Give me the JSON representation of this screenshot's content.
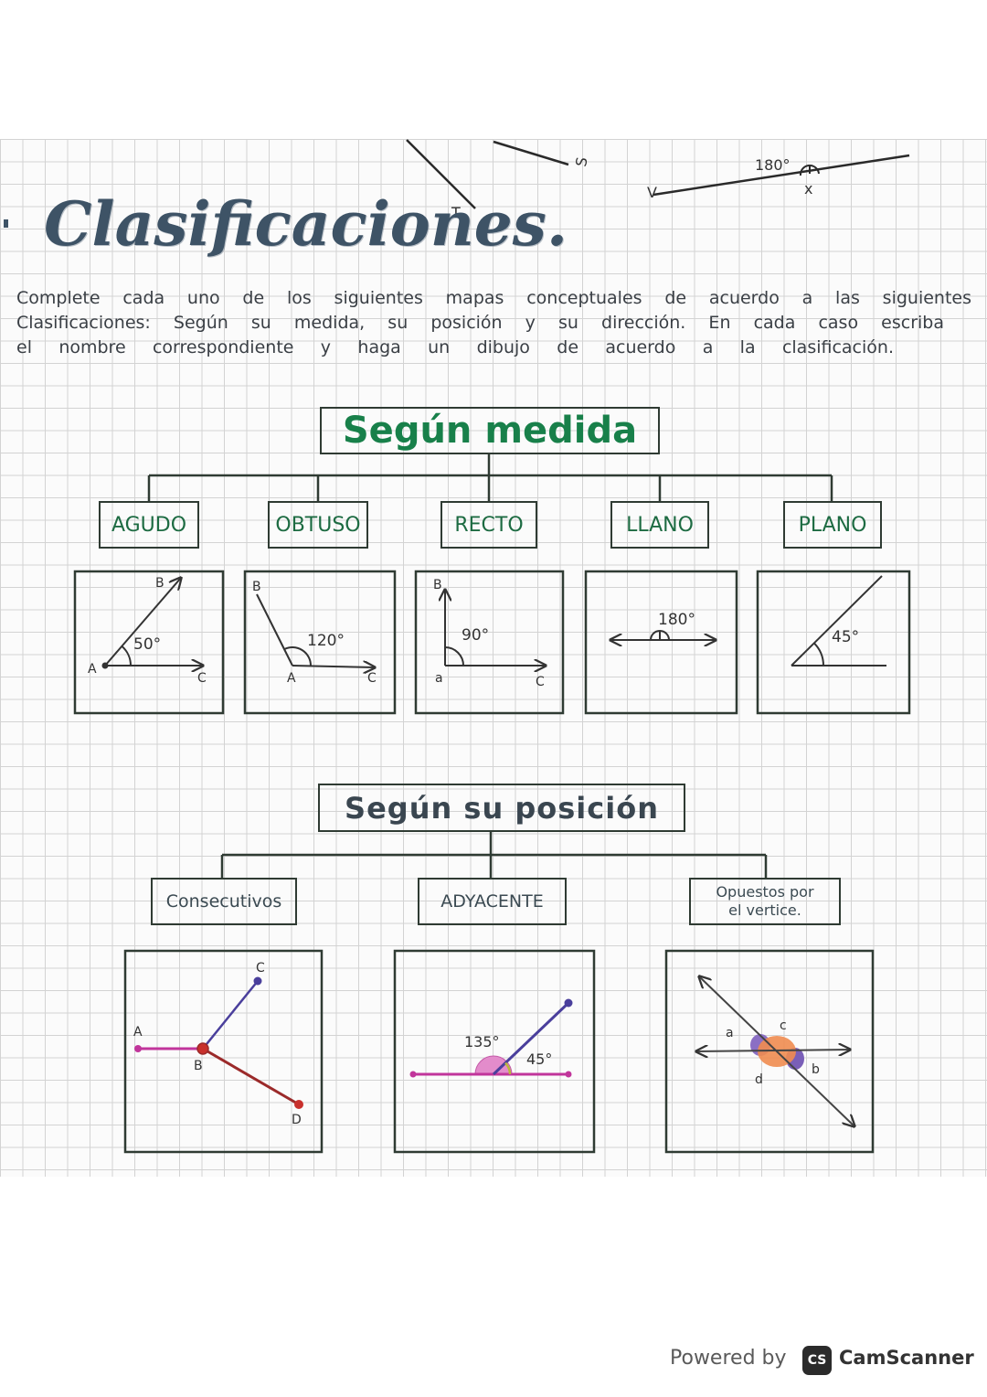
{
  "document": {
    "title": "Clasificaciones.",
    "instructions": [
      "Complete cada uno de los siguientes mapas conceptuales de acuerdo a las siguientes",
      "Clasificaciones: Según su medida, su posición y su dirección. En cada caso escriba",
      "el nombre correspondiente y haga un dibujo de acuerdo a la clasificación."
    ]
  },
  "top_sketch": {
    "label_t": "T",
    "label_s": "S",
    "label_v": "V",
    "angle": "180°",
    "label_x": "x"
  },
  "measure_map": {
    "heading": "Según medida",
    "categories": [
      {
        "label": "AGUDO",
        "angle": "50°",
        "vertex": "A",
        "point_1": "B",
        "point_2": "C"
      },
      {
        "label": "OBTUSO",
        "angle": "120°",
        "vertex": "A",
        "point_1": "B",
        "point_2": "C"
      },
      {
        "label": "RECTO",
        "angle": "90°",
        "vertex": "a",
        "point_1": "B",
        "point_2": "C"
      },
      {
        "label": "LLANO",
        "angle": "180°"
      },
      {
        "label": "PLANO",
        "angle": "45°"
      }
    ]
  },
  "position_map": {
    "heading": "Según su posición",
    "categories": [
      {
        "label": "Consecutivos",
        "points": [
          "A",
          "B",
          "C",
          "D"
        ]
      },
      {
        "label": "ADYACENTE",
        "angles": [
          "135°",
          "45°"
        ]
      },
      {
        "label_line_1": "Opuestos por",
        "label_line_2": "el vertice.",
        "points": [
          "a",
          "c",
          "d",
          "b"
        ]
      }
    ]
  },
  "colors": {
    "title": "#3e5366",
    "heading_green": "#18804a",
    "label_green": "#1d6b42",
    "ink": "#2f3b33",
    "magenta": "#c1359b",
    "purple": "#4a3f9c",
    "red": "#c8302c",
    "pink_fill": "#e38ccb",
    "orange_fill": "#f08c50"
  },
  "footer": {
    "powered_by": "Powered by",
    "logo": "CS",
    "brand": "CamScanner"
  }
}
